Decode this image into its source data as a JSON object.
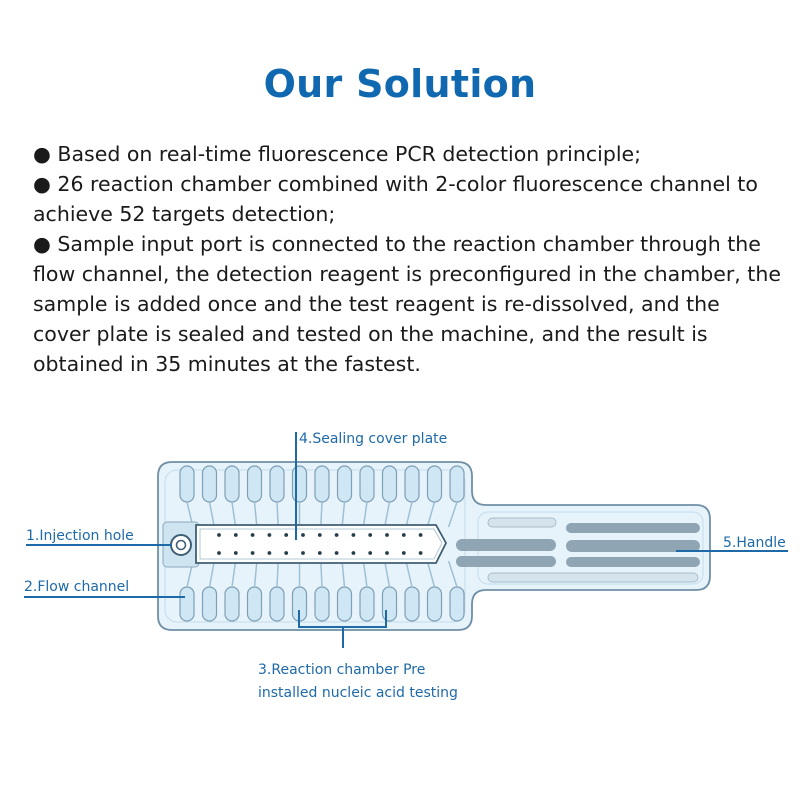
{
  "title": "Our Solution",
  "bullets": [
    "● Based on real-time fluorescence PCR detection principle;",
    "● 26 reaction chamber combined with 2-color fluorescence channel to achieve 52 targets detection;",
    "● Sample input port is connected to the reaction chamber through the flow channel, the detection reagent is  preconfigured in the chamber, the sample is added once and the test reagent is re-dissolved, and the cover plate is sealed and tested on the machine, and the result is obtained in 35 minutes at the fastest."
  ],
  "labels": {
    "sealing_cover": "4.Sealing cover plate",
    "injection_hole": "1.Injection hole",
    "flow_channel": "2.Flow channel",
    "handle": "5.Handle",
    "reaction_line1": "3.Reaction chamber Pre",
    "reaction_line2": "installed nucleic acid testing"
  },
  "colors": {
    "title": "#1068b0",
    "label": "#1e6aa8",
    "chip_fill": "#e6f3fb",
    "chip_stroke": "#6f8fa6",
    "chamber": "#cfe7f5",
    "bar": "#8fa5b3"
  }
}
